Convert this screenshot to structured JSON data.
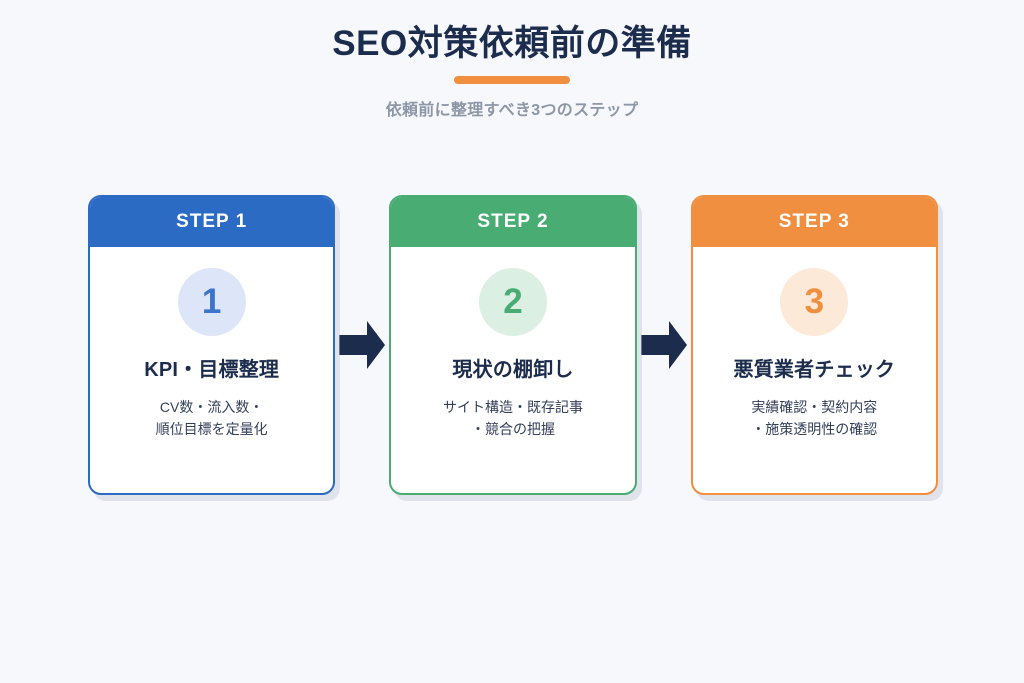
{
  "header": {
    "title": "SEO対策依頼前の準備",
    "subtitle": "依頼前に整理すべき3つのステップ",
    "accent_color": "#ef8f3f"
  },
  "colors": {
    "background": "#f7f8fc",
    "title_text": "#1c2c4c",
    "subtitle_text": "#8d96a6",
    "arrow": "#1c2c4c",
    "step1": "#2c6bc4",
    "step2": "#49ac73",
    "step3": "#ef8f3f"
  },
  "steps": [
    {
      "header_label": "STEP 1",
      "number": "1",
      "title": "KPI・目標整理",
      "description": "CV数・流入数・\n順位目標を定量化",
      "color": "#2c6bc4",
      "circle_color": "#dde6f8"
    },
    {
      "header_label": "STEP 2",
      "number": "2",
      "title": "現状の棚卸し",
      "description": "サイト構造・既存記事\n・競合の把握",
      "color": "#49ac73",
      "circle_color": "#dcefe3"
    },
    {
      "header_label": "STEP 3",
      "number": "3",
      "title": "悪質業者チェック",
      "description": "実績確認・契約内容\n・施策透明性の確認",
      "color": "#ef8f3f",
      "circle_color": "#fce9d8"
    }
  ],
  "arrows": [
    {
      "name": "arrow-right-icon"
    },
    {
      "name": "arrow-right-icon"
    }
  ]
}
